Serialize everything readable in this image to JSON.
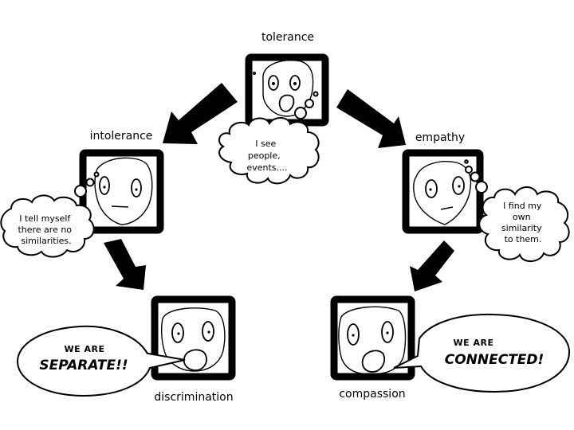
{
  "diagram": {
    "nodes": [
      {
        "id": "tolerance",
        "label": "tolerance",
        "expression": "surprised-open-mouth",
        "thought": [
          "I see",
          "people,",
          "events...."
        ]
      },
      {
        "id": "intolerance",
        "label": "intolerance",
        "expression": "flat-mouth",
        "thought": [
          "I tell myself",
          "there are no",
          "similarities."
        ]
      },
      {
        "id": "empathy",
        "label": "empathy",
        "expression": "flat-mouth",
        "thought": [
          "I find my",
          "own",
          "similarity",
          "to them."
        ]
      },
      {
        "id": "discrimination",
        "label": "discrimination",
        "expression": "shouting",
        "speech": {
          "line1": "WE ARE",
          "line2": "SEPARATE!!"
        }
      },
      {
        "id": "compassion",
        "label": "compassion",
        "expression": "shouting",
        "speech": {
          "line1": "WE ARE",
          "line2": "CONNECTED!"
        }
      }
    ],
    "edges": [
      {
        "from": "tolerance",
        "to": "intolerance",
        "icon": "arrow-down-left-icon"
      },
      {
        "from": "tolerance",
        "to": "empathy",
        "icon": "arrow-down-right-icon"
      },
      {
        "from": "intolerance",
        "to": "discrimination",
        "icon": "arrow-down-right-icon"
      },
      {
        "from": "empathy",
        "to": "compassion",
        "icon": "arrow-down-left-icon"
      }
    ]
  }
}
